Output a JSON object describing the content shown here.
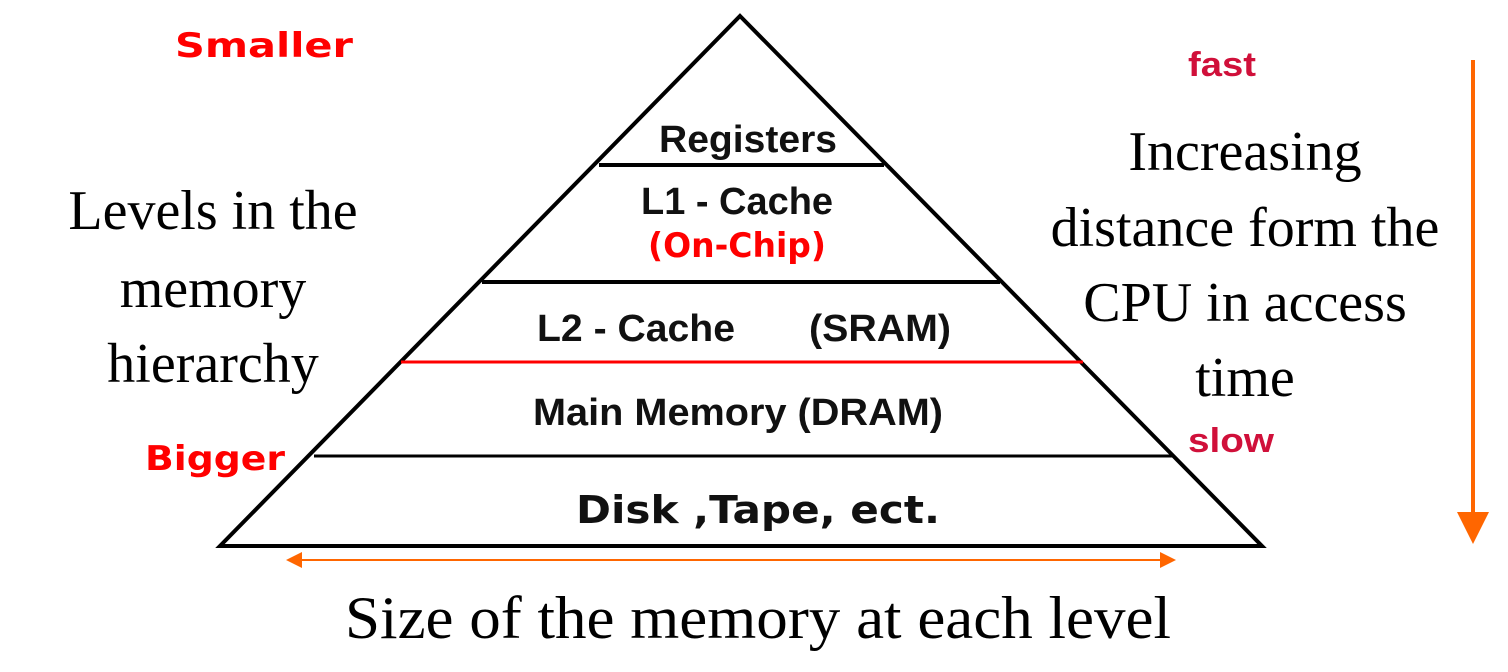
{
  "colors": {
    "outline": "#000000",
    "accent_red": "#ff0000",
    "speed_label": "#d0103a",
    "arrow": "#ff6600"
  },
  "pyramid": {
    "tiers": [
      {
        "label": "Registers",
        "sublabel": null
      },
      {
        "label": "L1 - Cache",
        "sublabel": "(On-Chip)"
      },
      {
        "label": "L2 - Cache",
        "sublabel": "(SRAM)"
      },
      {
        "label": "Main Memory (DRAM)",
        "sublabel": null
      },
      {
        "label": "Disk ,Tape, ect.",
        "sublabel": null
      }
    ]
  },
  "left_annotation": {
    "top_label": "Smaller",
    "bottom_label": "Bigger",
    "caption_lines": [
      "Levels in the",
      "memory",
      "hierarchy"
    ]
  },
  "right_annotation": {
    "top_label": "fast",
    "bottom_label": "slow",
    "caption_lines": [
      "Increasing",
      "distance form the",
      "CPU in access",
      "time"
    ]
  },
  "bottom_caption": "Size of the memory at each level"
}
